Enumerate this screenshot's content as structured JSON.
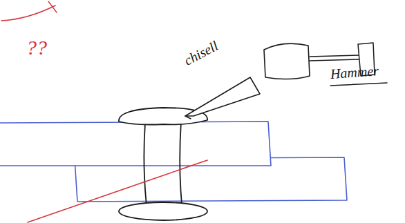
{
  "diagram": {
    "labels": [
      "chisell",
      "Hammer",
      "??"
    ]
  }
}
